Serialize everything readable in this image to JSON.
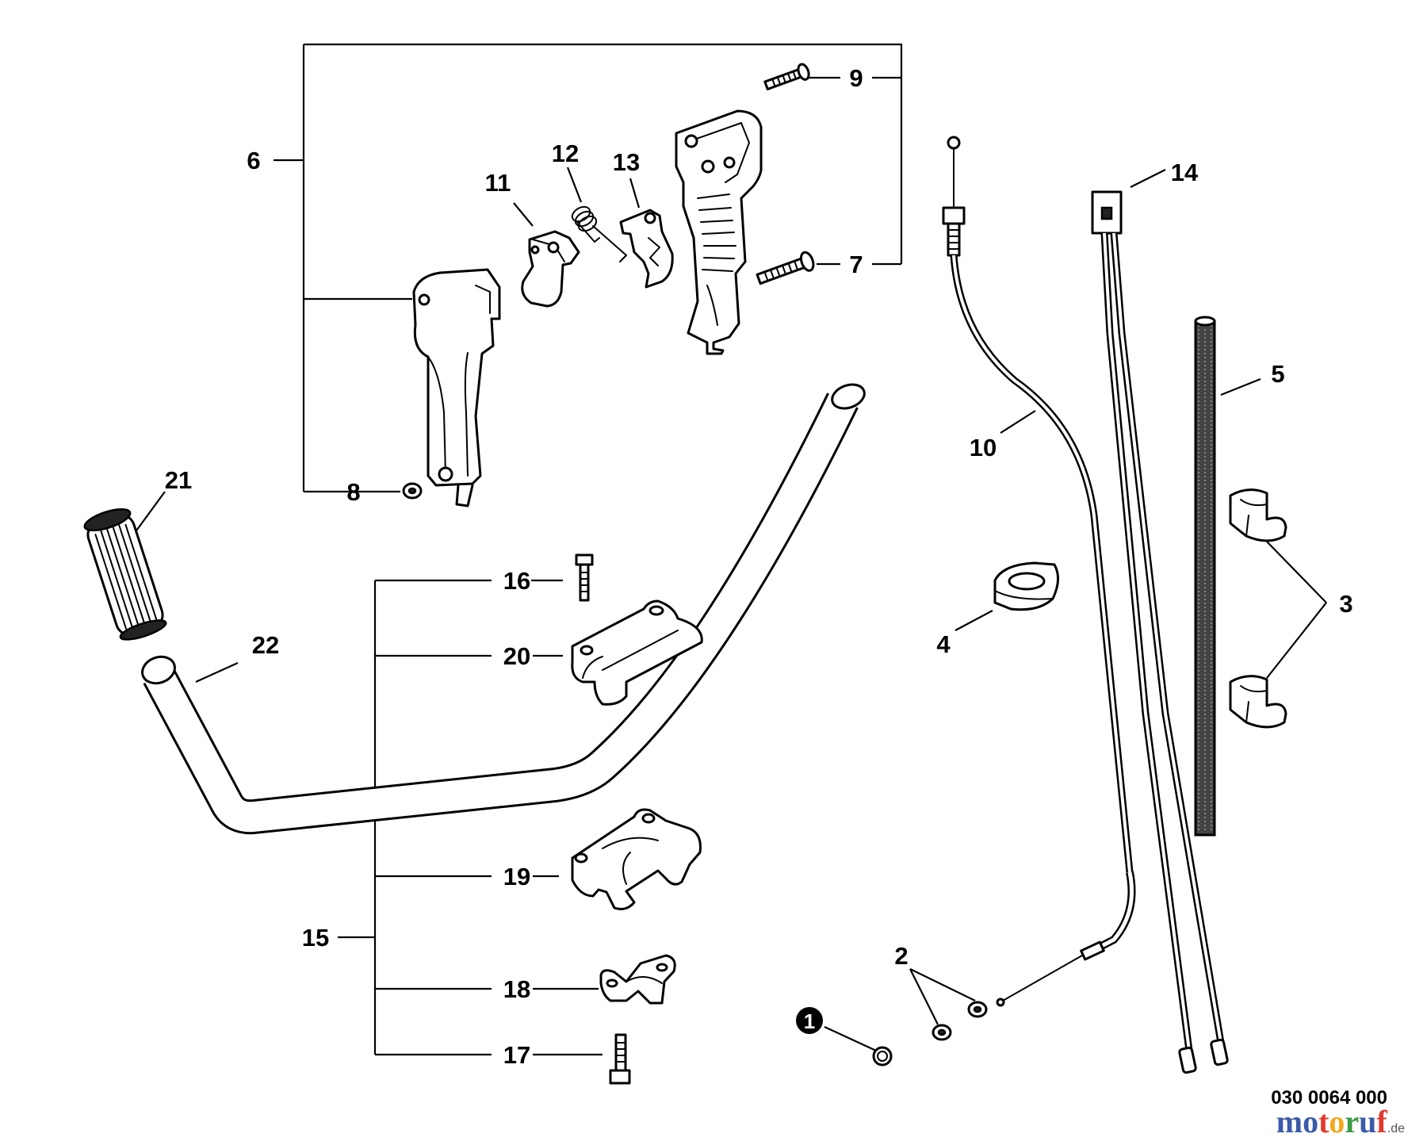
{
  "diagram": {
    "labels": [
      "6",
      "9",
      "7",
      "8",
      "11",
      "12",
      "13",
      "14",
      "10",
      "5",
      "4",
      "3",
      "2",
      "1",
      "21",
      "22",
      "16",
      "20",
      "15",
      "19",
      "18",
      "17"
    ],
    "part_number": "030 0064 000"
  },
  "watermark": {
    "letters": [
      "m",
      "o",
      "t",
      "o",
      "r",
      "u",
      "f"
    ],
    "suffix": ".de",
    "colors": [
      "#3b5aa8",
      "#3b5aa8",
      "#e23a2e",
      "#f2a81d",
      "#3a9b46",
      "#3b5aa8",
      "#e23a2e"
    ]
  }
}
